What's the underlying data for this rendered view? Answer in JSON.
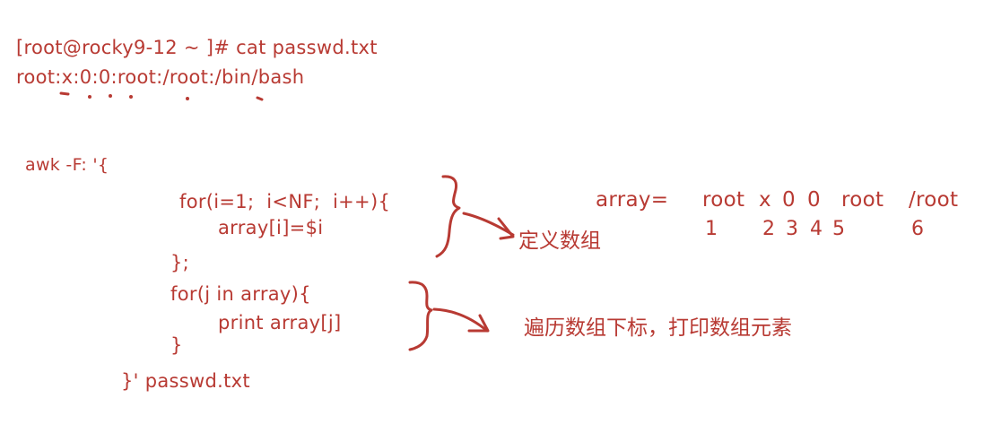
{
  "terminal": {
    "prompt_line": "[root@rocky9-12 ~ ]# cat passwd.txt",
    "output_line": "root:x:0:0:root:/root:/bin/bash"
  },
  "code": {
    "line1": "awk -F: '{",
    "line2": "for(i=1;  i<NF;  i++){",
    "line3": "array[i]=$i",
    "line4": "};",
    "line5": "for(j in array){",
    "line6": "print array[j]",
    "line7": "}",
    "line8": "}' passwd.txt"
  },
  "annotations": {
    "define_array": "定义数组",
    "traverse": "遍历数组下标，打印数组元素",
    "array_label": "array=",
    "array_values": [
      "root",
      "x",
      "0",
      "0",
      "root",
      "/root"
    ],
    "array_indices": [
      "1",
      "2",
      "3",
      "4",
      "5",
      "6"
    ]
  },
  "colors": {
    "ink": "#b83a33",
    "background": "#ffffff"
  }
}
